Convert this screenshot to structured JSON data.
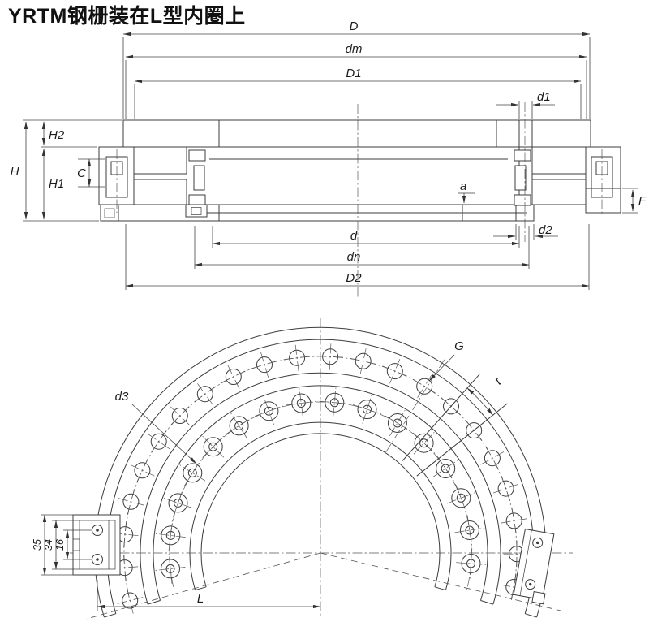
{
  "title": "YRTM钢栅装在L型内圈上",
  "line_color": "#3c3c3c",
  "top_view": {
    "dims": {
      "D": "D",
      "dm": "dm",
      "D1": "D1",
      "d1": "d1",
      "H2": "H2",
      "H": "H",
      "C": "C",
      "H1": "H1",
      "a": "a",
      "F": "F",
      "d": "d",
      "dn": "dn",
      "D2": "D2",
      "d2": "d2"
    }
  },
  "bottom_view": {
    "dims": {
      "d3": "d3",
      "G": "G",
      "t": "t",
      "L": "L",
      "n35": "35",
      "n34": "34",
      "n16": "16"
    }
  }
}
